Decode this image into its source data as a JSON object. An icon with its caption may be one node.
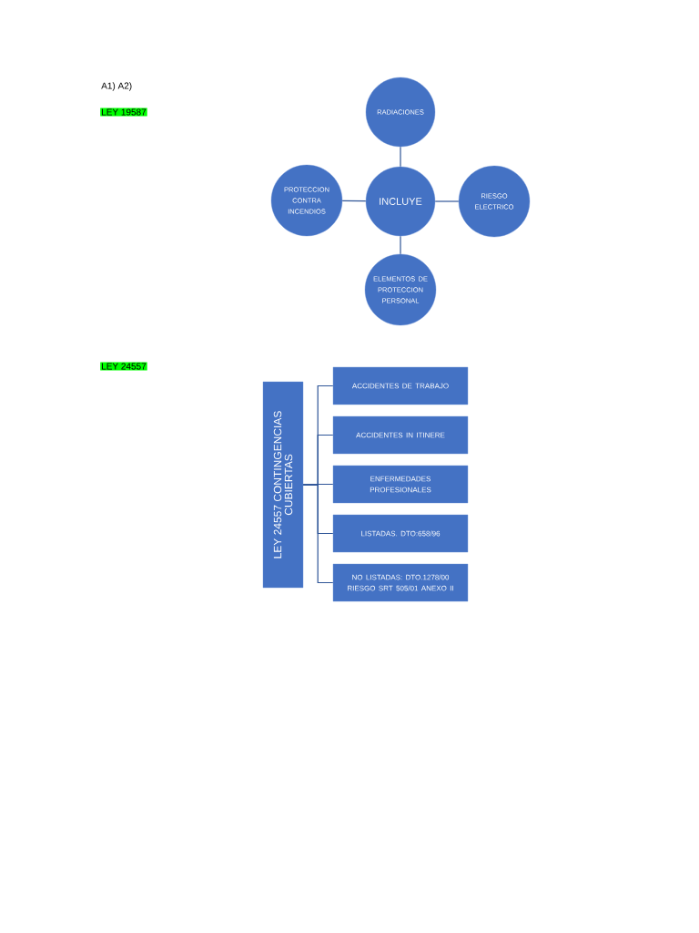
{
  "diagram": {
    "nodes": [
      {
        "text": [
          "INCLUYE"
        ]
      },
      {
        "text": [
          "RADIACIONES"
        ]
      },
      {
        "text": [
          "PROTECCION CONTRA INCENDIOS"
        ]
      },
      {
        "text": [
          "RIESGO ELECTRICO"
        ]
      },
      {
        "text": [
          "ELEMENTOS DE PROTECCION PERSONAL"
        ]
      },
      {
        "text": [
          "LEY 24557 CONTINGENCIAS CUBIERTAS"
        ]
      },
      {
        "text": [
          "ACCIDENTES DE TRABAJO"
        ]
      },
      {
        "text": [
          "ACCIDENTES IN ITINERE"
        ]
      },
      {
        "text": [
          "ENFERMEDADES PROFESIONALES"
        ]
      },
      {
        "text": [
          "LISTADAS. DTO:658/96"
        ]
      },
      {
        "text": [
          "NO LISTADAS: DTO.1278/00 RIESGO SRT 505/01 ANEXO II"
        ]
      }
    ],
    "edges": [
      {
        "from": 0,
        "to": 1,
        "arrow": "none"
      },
      {
        "from": 0,
        "to": 2,
        "arrow": "none"
      },
      {
        "from": 0,
        "to": 3,
        "arrow": "none"
      },
      {
        "from": 0,
        "to": 4,
        "arrow": "none"
      },
      {
        "from": 5,
        "to": 6,
        "arrow": "none"
      },
      {
        "from": 5,
        "to": 7,
        "arrow": "none"
      },
      {
        "from": 5,
        "to": 8,
        "arrow": "none"
      },
      {
        "from": 5,
        "to": 9,
        "arrow": "none"
      },
      {
        "from": 5,
        "to": 10,
        "arrow": "none"
      }
    ],
    "labels": [
      "A1) A2)",
      "LEY 19587",
      "LEY 24557"
    ]
  }
}
